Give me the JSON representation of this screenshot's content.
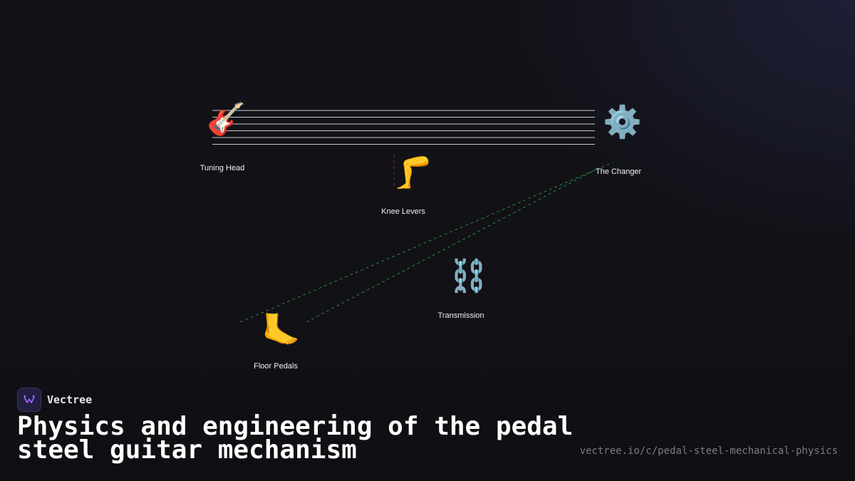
{
  "diagram": {
    "nodes": [
      {
        "id": "tuning-head",
        "label": "Tuning Head",
        "icon": "guitar-icon",
        "glyph": "🎸"
      },
      {
        "id": "the-changer",
        "label": "The Changer",
        "icon": "gear-icon",
        "glyph": "⚙️"
      },
      {
        "id": "knee-levers",
        "label": "Knee Levers",
        "icon": "leg-icon",
        "glyph": "🦵"
      },
      {
        "id": "transmission",
        "label": "Transmission",
        "icon": "chain-icon",
        "glyph": "⛓️"
      },
      {
        "id": "floor-pedals",
        "label": "Floor Pedals",
        "icon": "foot-icon",
        "glyph": "🦶"
      }
    ],
    "strings": {
      "count": 6,
      "color": "#c9c9cf"
    },
    "connectors": [
      {
        "from": "floor-pedals",
        "to": "the-changer",
        "style": "dashed",
        "color": "#2f8a3a"
      },
      {
        "from": "floor-pedals",
        "to": "the-changer",
        "style": "dashed",
        "color": "#2f8a3a"
      },
      {
        "from": "knee-levers",
        "to": "tuning-head",
        "style": "dashed",
        "color": "#8a2a2a"
      }
    ]
  },
  "brand": {
    "name": "Vectree",
    "logo_icon": "vectree-logo-icon",
    "logo_color": "#a66cff"
  },
  "title": "Physics and engineering of the pedal steel guitar mechanism",
  "url": "vectree.io/c/pedal-steel-mechanical-physics"
}
